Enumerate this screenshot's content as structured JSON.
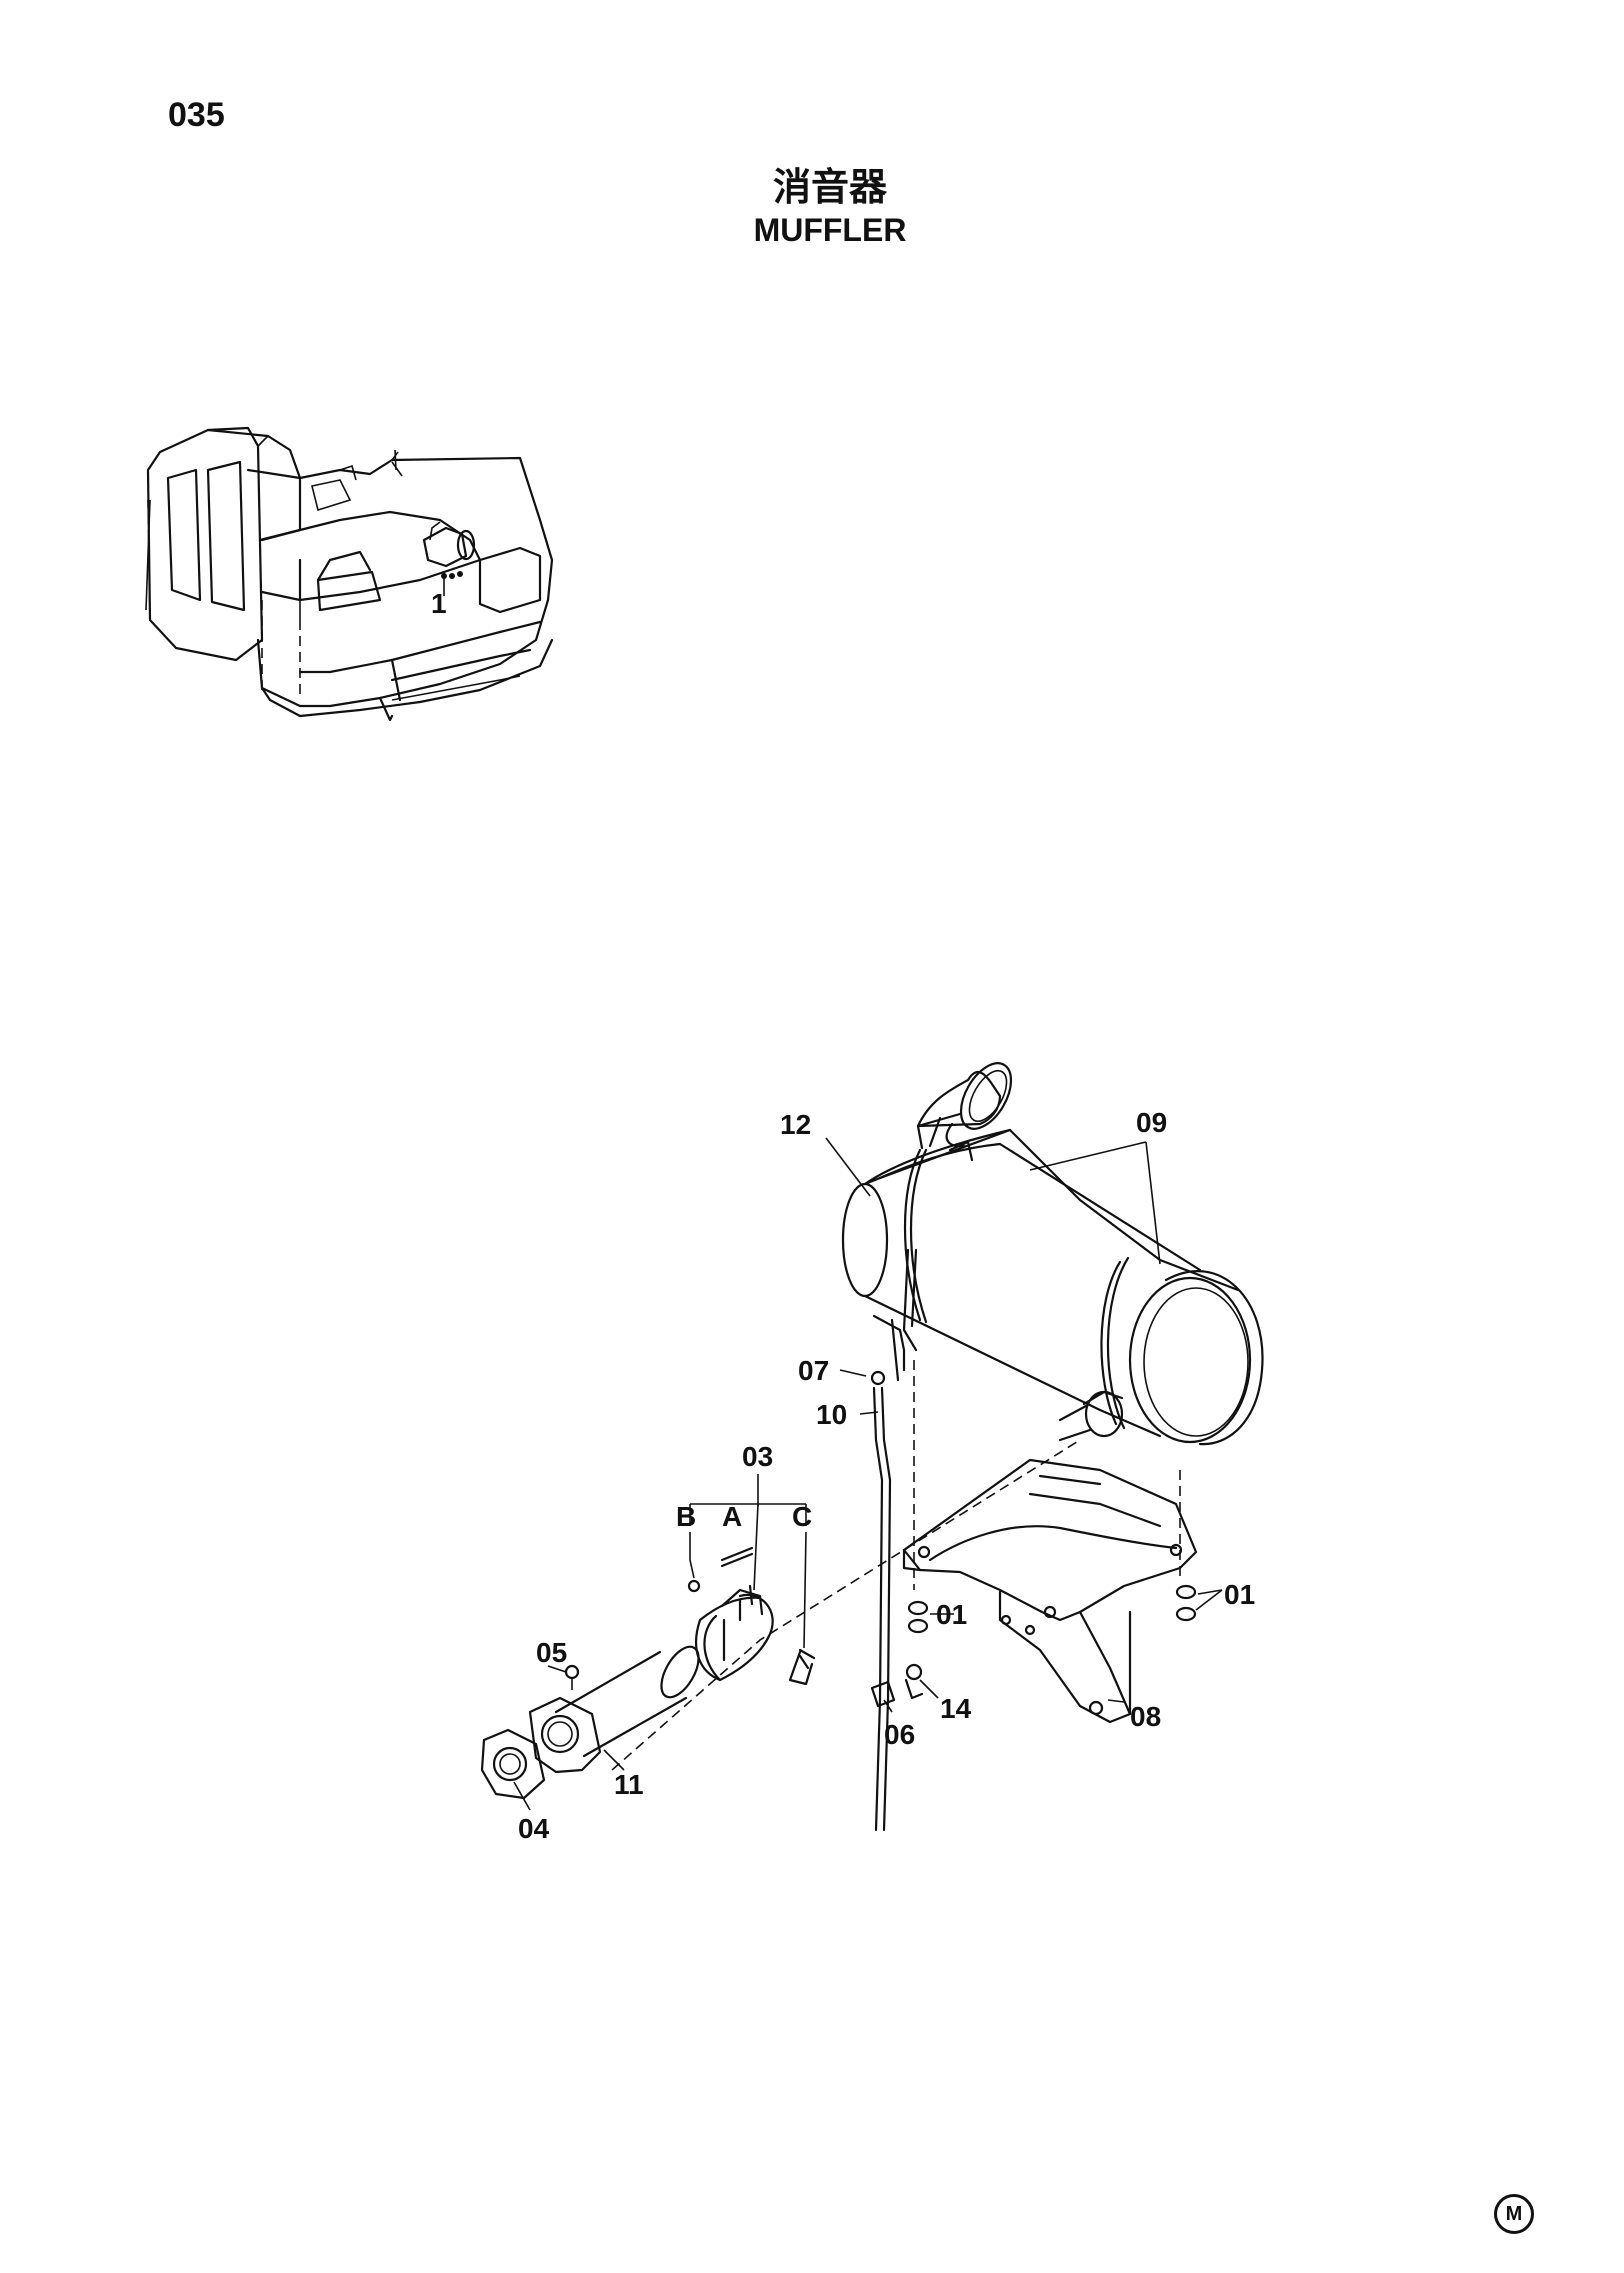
{
  "header": {
    "page_number": "035",
    "title_jp": "消音器",
    "title_en": "MUFFLER"
  },
  "overview": {
    "callout": "1"
  },
  "callouts": {
    "c01_left": "01",
    "c01_right": "01",
    "c03": "03",
    "c04": "04",
    "c05": "05",
    "c06": "06",
    "c07": "07",
    "c08": "08",
    "c09": "09",
    "c10": "10",
    "c11": "11",
    "c12": "12",
    "c14": "14",
    "cA": "A",
    "cB": "B",
    "cC": "C"
  },
  "footer": {
    "mark": "M"
  }
}
